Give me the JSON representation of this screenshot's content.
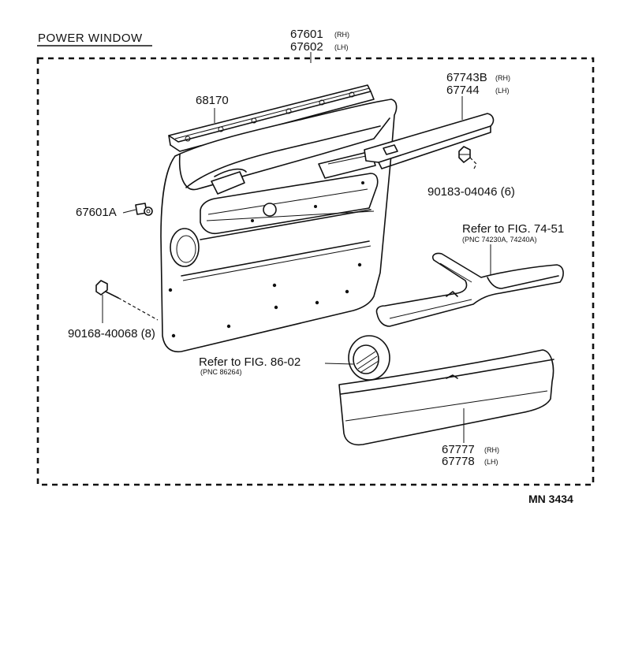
{
  "title": "POWER WINDOW",
  "figure_id": "MN 3434",
  "labels": {
    "panel_rh": "67601",
    "panel_rh_side": "(RH)",
    "panel_lh": "67602",
    "panel_lh_side": "(LH)",
    "weatherstrip": "68170",
    "garnish_rh": "67743B",
    "garnish_rh_side": "(RH)",
    "garnish_lh": "67744",
    "garnish_lh_side": "(LH)",
    "nut": "90183-04046 (6)",
    "clip": "67601A",
    "screw": "90168-40068 (8)",
    "armrest_ref": "Refer to  FIG. 74-51",
    "armrest_pnc": "(PNC 74230A, 74240A)",
    "speaker_ref": "Refer to  FIG. 86-02",
    "speaker_pnc": "(PNC 86264)",
    "pocket_rh": "67777",
    "pocket_rh_side": "(RH)",
    "pocket_lh": "67778",
    "pocket_lh_side": "(LH)"
  }
}
